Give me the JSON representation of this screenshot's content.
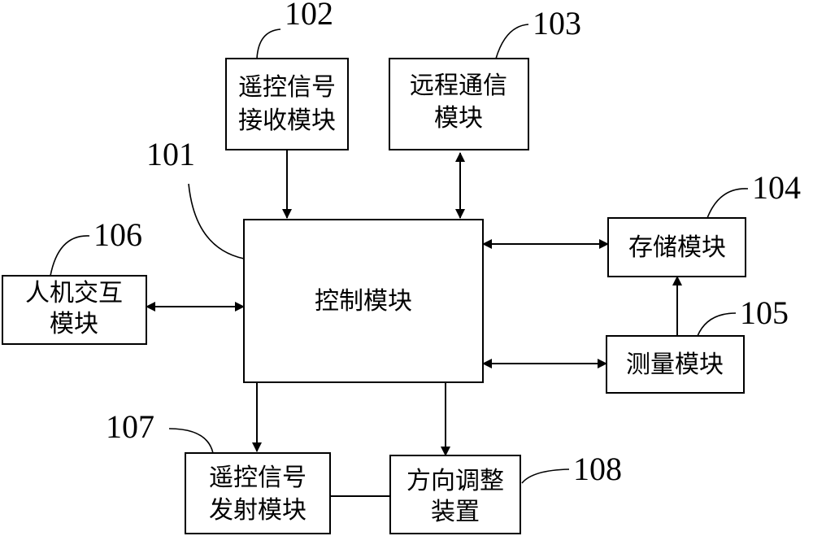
{
  "blocks": {
    "control": {
      "lines": [
        "控制模块"
      ]
    },
    "remote_rx": {
      "lines": [
        "遥控信号",
        "接收模块"
      ]
    },
    "remote_comm": {
      "lines": [
        "远程通信",
        "模块"
      ]
    },
    "storage": {
      "lines": [
        "存储模块"
      ]
    },
    "measure": {
      "lines": [
        "测量模块"
      ]
    },
    "hmi": {
      "lines": [
        "人机交互",
        "模块"
      ]
    },
    "remote_tx": {
      "lines": [
        "遥控信号",
        "发射模块"
      ]
    },
    "direction": {
      "lines": [
        "方向调整",
        "装置"
      ]
    }
  },
  "refs": {
    "control": "101",
    "remote_rx": "102",
    "remote_comm": "103",
    "storage": "104",
    "measure": "105",
    "hmi": "106",
    "remote_tx": "107",
    "direction": "108"
  }
}
